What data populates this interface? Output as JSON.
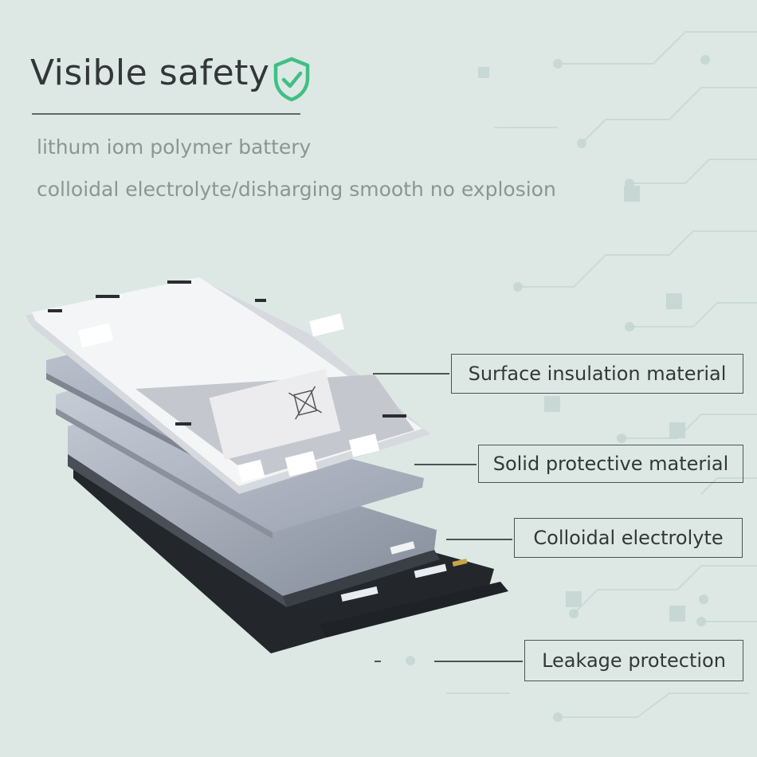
{
  "header": {
    "title": "Visible safety",
    "shield_icon": "shield-check-icon"
  },
  "subtitles": [
    "lithum iom polymer battery",
    "colloidal electrolyte/disharging smooth no explosion"
  ],
  "labels": {
    "surface": "Surface insulation material",
    "solid": "Solid protective material",
    "colloidal": "Colloidal electrolyte",
    "leakage": "Leakage protection"
  },
  "colors": {
    "background": "#dde8e4",
    "shield_green": "#3fbf86",
    "text_dark": "#333638",
    "text_muted": "#8b9593"
  }
}
